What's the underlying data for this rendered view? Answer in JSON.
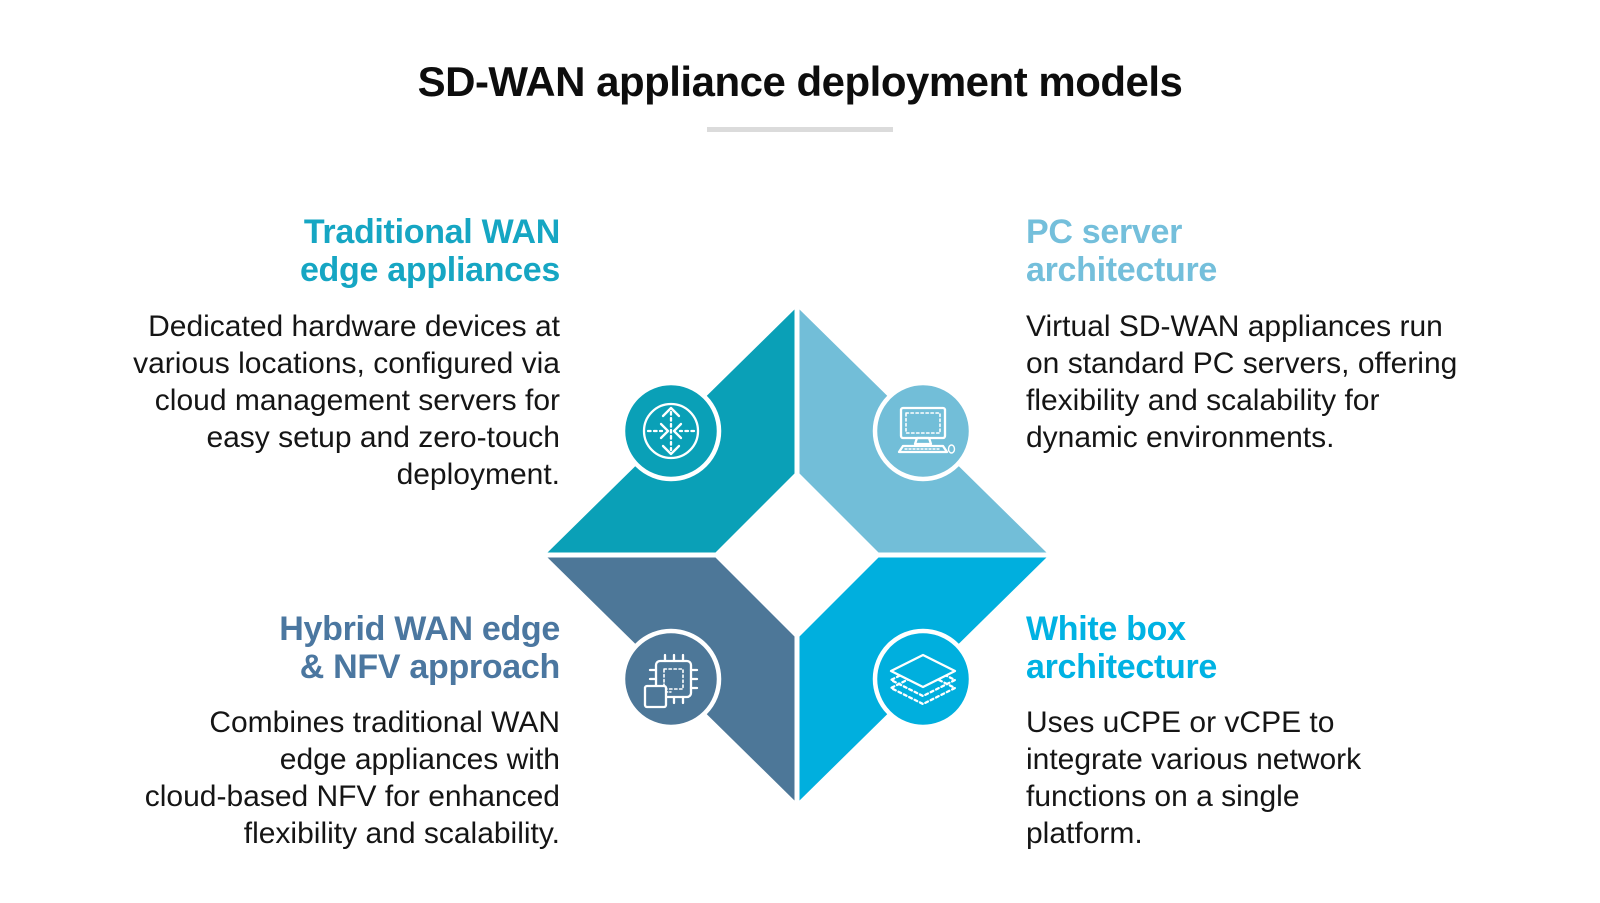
{
  "title": "SD-WAN appliance deployment models",
  "colors": {
    "quad_teal": "#0AA0B7",
    "quad_light_blue": "#72BED8",
    "quad_slate": "#4D7798",
    "quad_cyan": "#00AFDE",
    "heading_teal": "#16A6C3",
    "heading_light_blue": "#74BFDB",
    "heading_slate": "#4B77A0",
    "heading_cyan": "#00B2E3",
    "title_text": "#0D0D0D",
    "body_text": "#151515",
    "divider": "#DBDBDB",
    "icon_stroke": "#FFFFFF"
  },
  "quadrants": {
    "traditional": {
      "heading_lines": [
        "Traditional WAN",
        "edge appliances"
      ],
      "body_lines": [
        "Dedicated hardware devices at",
        "various locations, configured via",
        "cloud management servers for",
        "easy setup and zero-touch",
        "deployment."
      ],
      "icon": "router-icon"
    },
    "pc_server": {
      "heading_lines": [
        "PC server",
        "architecture"
      ],
      "body_lines": [
        "Virtual SD-WAN appliances run",
        "on standard PC servers, offering",
        "flexibility and scalability for",
        "dynamic environments."
      ],
      "icon": "desktop-computer-icon"
    },
    "hybrid": {
      "heading_lines": [
        "Hybrid WAN edge",
        "& NFV approach"
      ],
      "body_lines": [
        "Combines traditional WAN",
        "edge appliances with",
        "cloud-based NFV for enhanced",
        "flexibility and scalability."
      ],
      "icon": "chip-icon"
    },
    "white_box": {
      "heading_lines": [
        "White box",
        "architecture"
      ],
      "body_lines": [
        "Uses uCPE or vCPE to",
        "integrate various network",
        "functions on a single",
        "platform."
      ],
      "icon": "layers-icon"
    }
  }
}
